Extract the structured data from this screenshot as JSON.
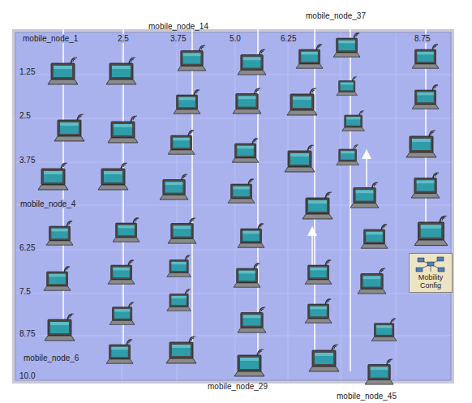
{
  "diagram": {
    "nodes": [
      {
        "text": [
          "Mobility Config"
        ]
      }
    ],
    "labels": [
      "mobile_node_37",
      "mobile_node_14",
      "mobile_node_1",
      "2.5",
      "3.75",
      "5.0",
      "6.25",
      "8.75",
      "1.25",
      "2.5",
      "3.75",
      "mobile_node_4",
      "6.25",
      "7.5",
      "8.75",
      "mobile_node_6",
      "10.0",
      "mobile_node_29",
      "mobile_node_45"
    ]
  }
}
